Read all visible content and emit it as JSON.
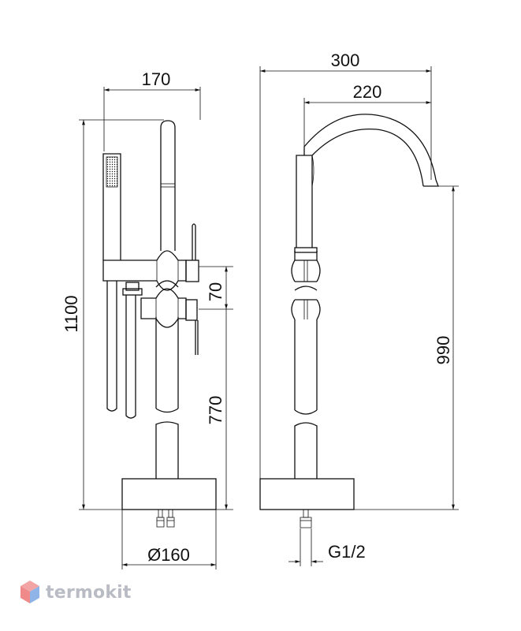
{
  "dimensions": {
    "front_width": "170",
    "total_height": "1100",
    "diverter_spacing": "70",
    "lever_height": "770",
    "base_diameter": "Ø160",
    "side_reach": "300",
    "spout_reach": "220",
    "spout_height": "990",
    "thread": "G1/2"
  },
  "watermark": {
    "text": "termokit",
    "colors": [
      "#f08a8a",
      "#8fb4e8",
      "#c8cbd2"
    ]
  }
}
